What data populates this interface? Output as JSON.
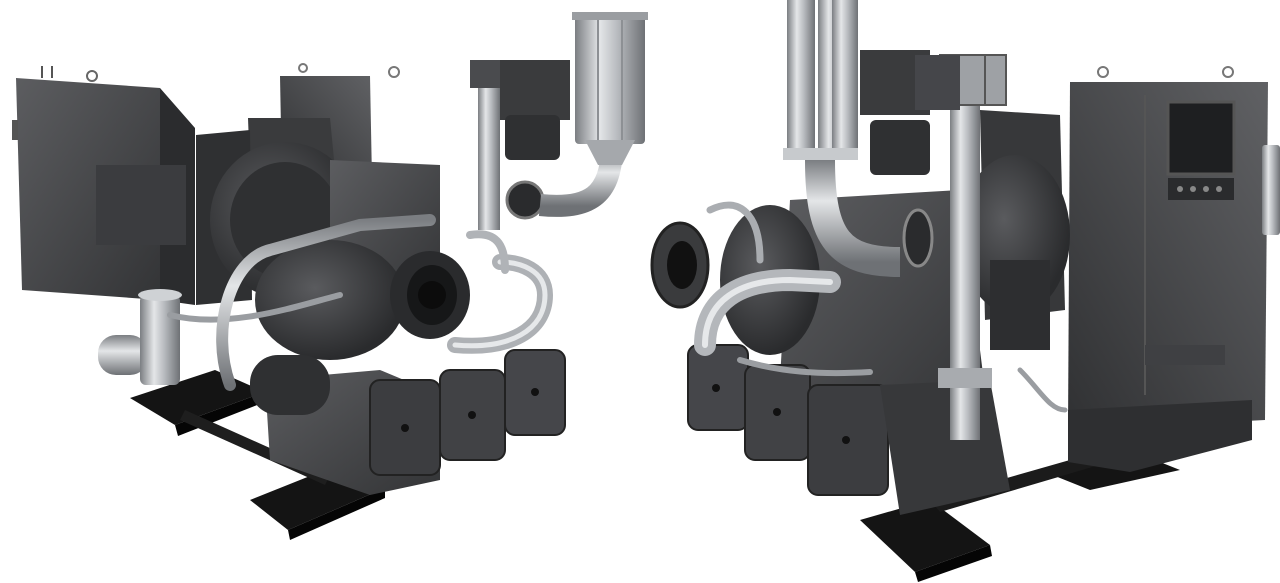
{
  "image": {
    "subject": "industrial-compressor-renders",
    "views": [
      "left-view",
      "right-view"
    ],
    "colors": {
      "background": "#ffffff",
      "housing_dark": "#3a3b3d",
      "housing_mid": "#4a4b4e",
      "housing_light": "#5c5d60",
      "steel_pipe": "#b9bcc0",
      "steel_highlight": "#e4e6e8",
      "base_black": "#141414",
      "panel_glass": "#1e1f21"
    }
  }
}
